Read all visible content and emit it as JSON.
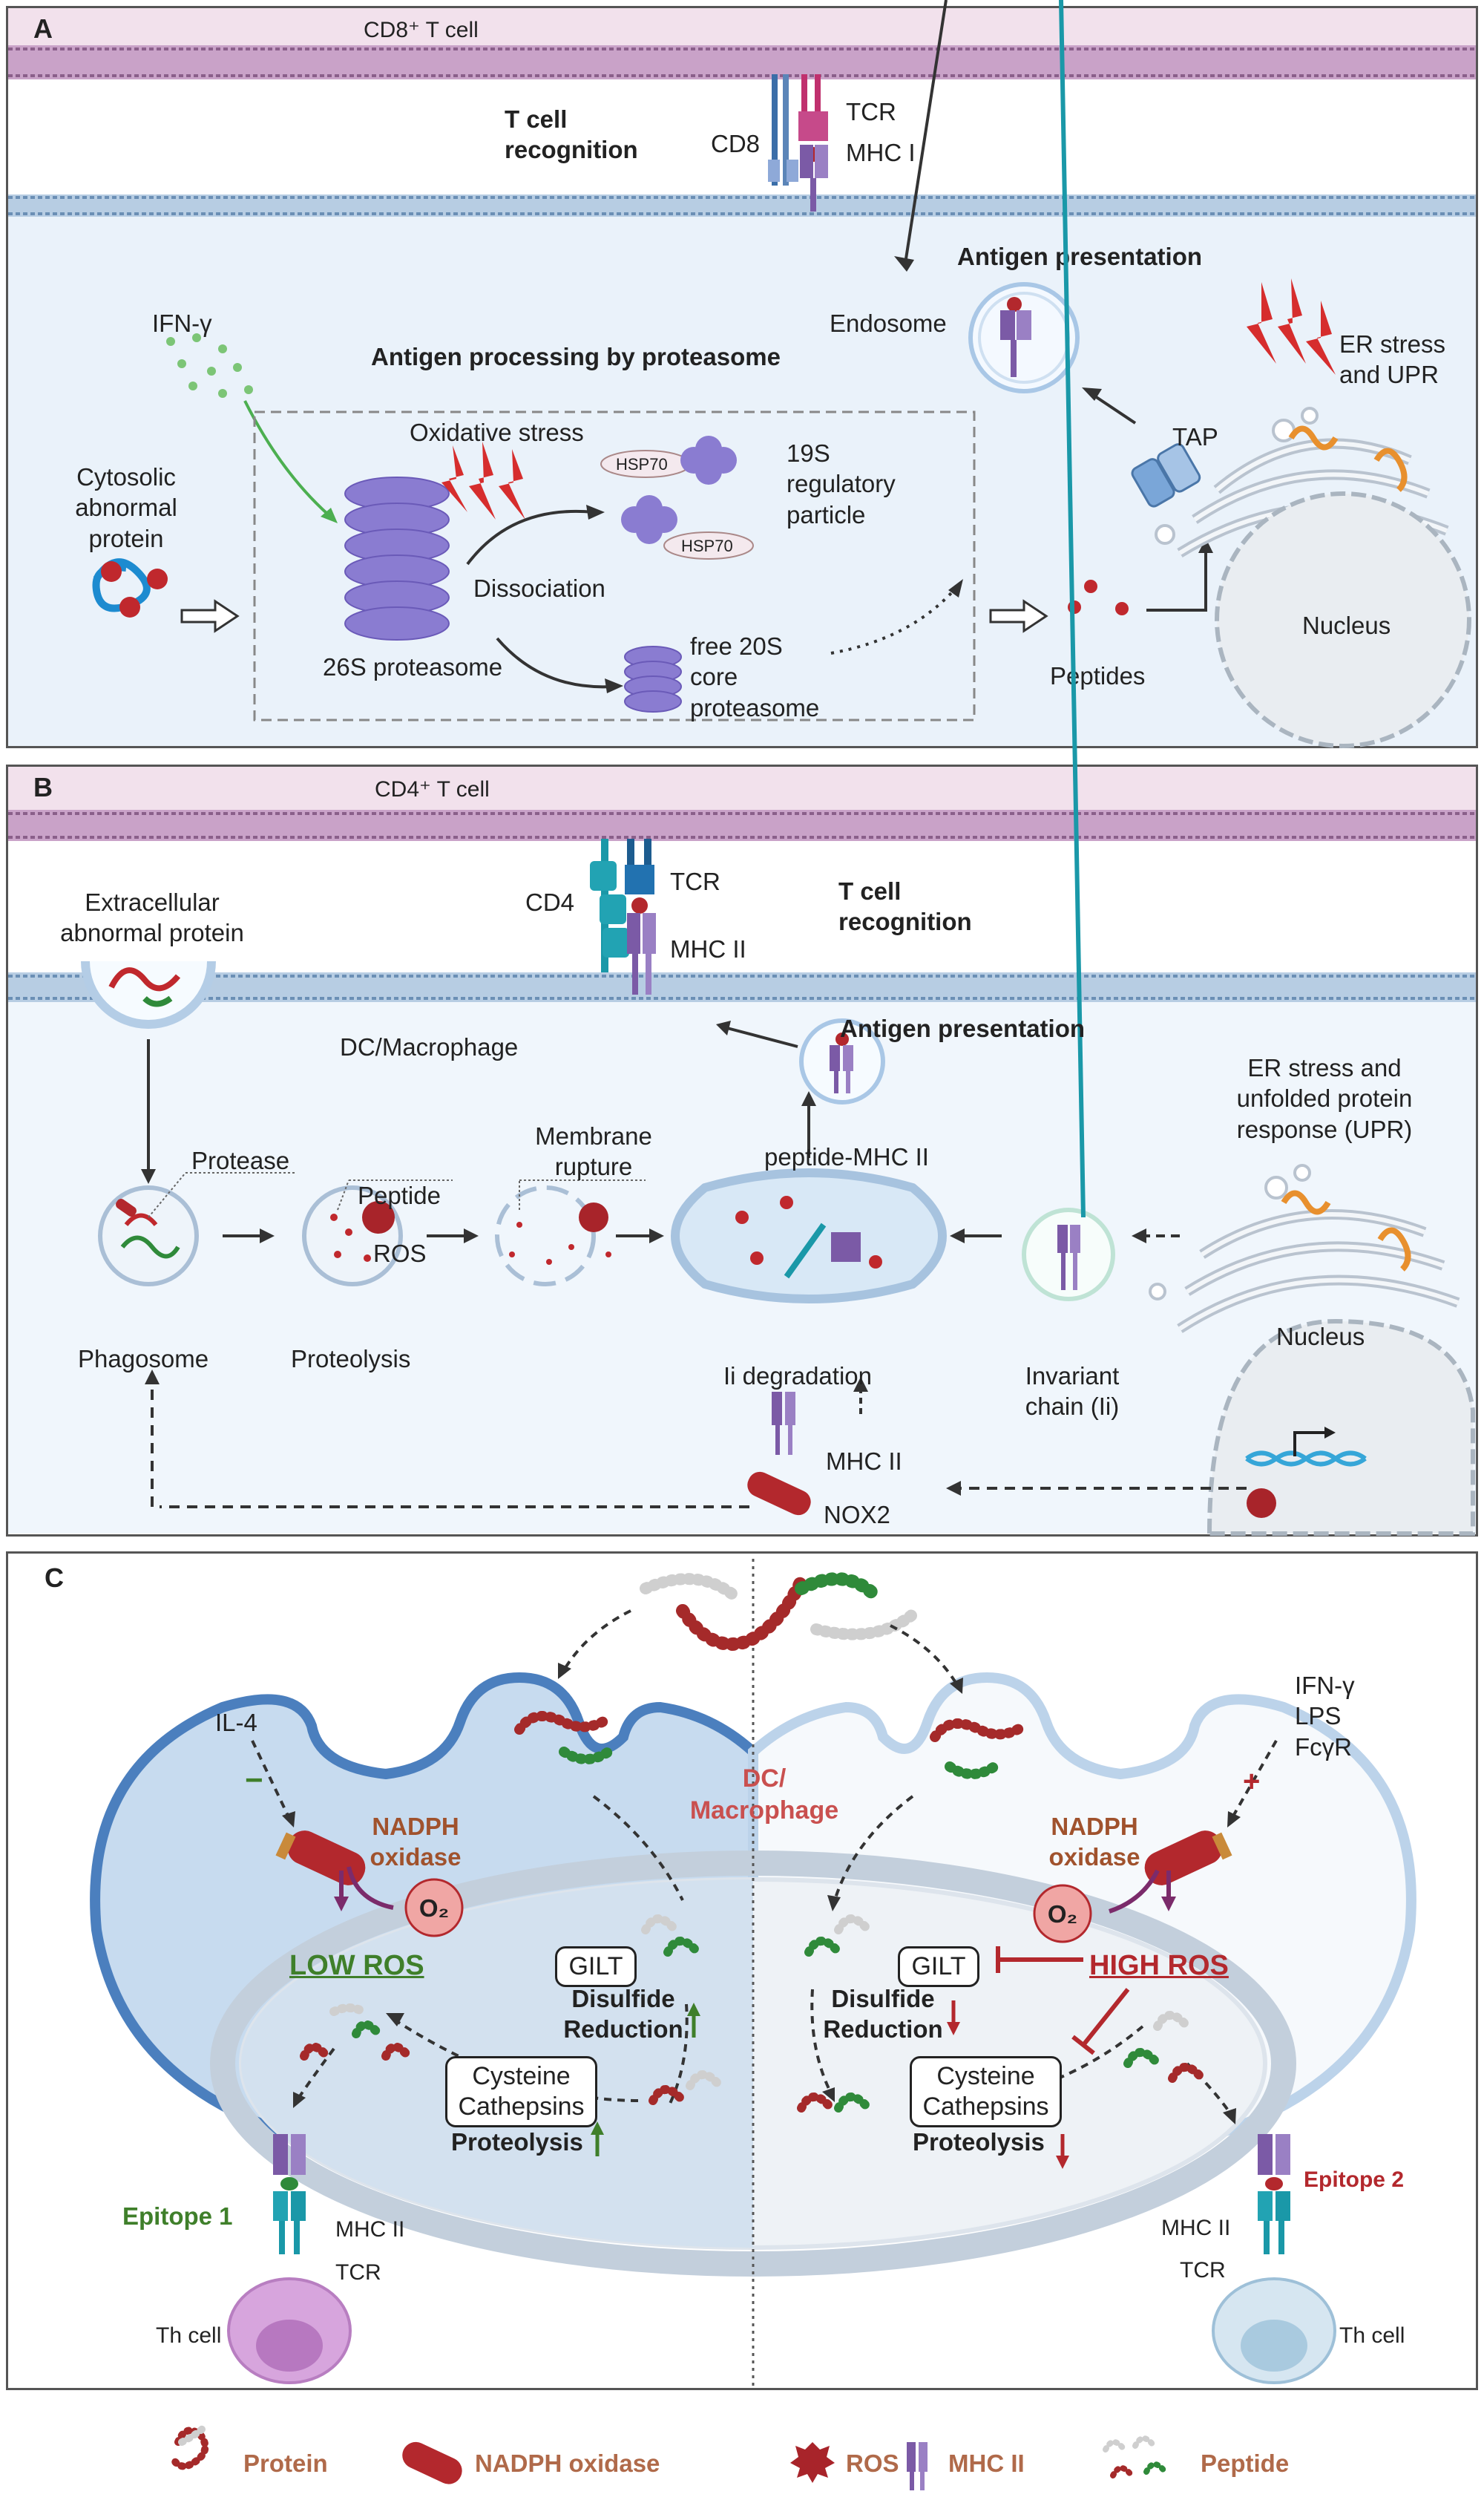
{
  "panelA": {
    "label": "A",
    "cell_top": "CD8⁺ T cell",
    "t_cell_recognition": "T cell\nrecognition",
    "cd8": "CD8",
    "tcr": "TCR",
    "mhc1": "MHC I",
    "antigen_presentation": "Antigen presentation",
    "endosome": "Endosome",
    "ifn": "IFN-γ",
    "processing_title": "Antigen processing by proteasome",
    "oxidative_stress": "Oxidative stress",
    "hsp70_a": "HSP70",
    "hsp70_b": "HSP70",
    "regulatory": "19S\nregulatory\nparticle",
    "cytosolic": "Cytosolic\nabnormal\nprotein",
    "dissociation": "Dissociation",
    "proteasome26": "26S proteasome",
    "free20": "free 20S\ncore\nproteasome",
    "peptides": "Peptides",
    "tap": "TAP",
    "er_stress": "ER stress\nand UPR",
    "nucleus": "Nucleus"
  },
  "panelB": {
    "label": "B",
    "cell_top": "CD4⁺ T cell",
    "extracellular": "Extracellular\nabnormal protein",
    "cd4": "CD4",
    "tcr": "TCR",
    "mhc2": "MHC II",
    "t_cell_recognition": "T cell\nrecognition",
    "dc_macrophage": "DC/Macrophage",
    "antigen_presentation": "Antigen presentation",
    "protease": "Protease",
    "membrane_rupture": "Membrane\nrupture",
    "peptide": "Peptide",
    "ros": "ROS",
    "peptide_mhc": "peptide-MHC II",
    "er_stress": "ER stress and\nunfolded protein\nresponse (UPR)",
    "phagosome": "Phagosome",
    "proteolysis": "Proteolysis",
    "ii_degradation": "Ii degradation",
    "invariant": "Invariant\nchain (Ii)",
    "nucleus": "Nucleus",
    "mhc2_lower": "MHC II",
    "nox2": "NOX2"
  },
  "panelC": {
    "label": "C",
    "il4": "IL-4",
    "minus": "−",
    "ifn": "IFN-γ\nLPS\nFcγR",
    "plus": "+",
    "dc": "DC/\nMacrophage",
    "nadph_left": "NADPH\noxidase",
    "nadph_right": "NADPH\noxidase",
    "o2": "O₂",
    "low_ros": "LOW ROS",
    "high_ros": "HIGH ROS",
    "gilt": "GILT",
    "disulfide": "Disulfide\nReduction",
    "cysteine": "Cysteine\nCathepsins",
    "proteolysis": "Proteolysis",
    "epitope1": "Epitope 1",
    "epitope2": "Epitope 2",
    "mhc2": "MHC II",
    "tcr": "TCR",
    "th_cell": "Th  cell",
    "colors": {
      "green": "#3f7f2a",
      "red": "#b3282d",
      "brown": "#a0522d"
    }
  },
  "legend": {
    "protein": "Protein",
    "nadph": "NADPH oxidase",
    "ros": "ROS",
    "mhc2": "MHC II",
    "peptide": "Peptide",
    "color": "#b06a4a"
  }
}
